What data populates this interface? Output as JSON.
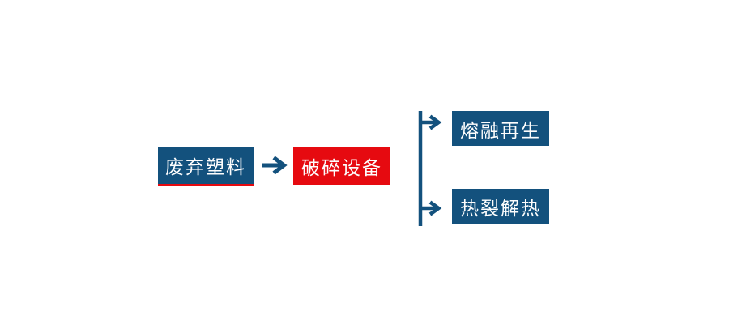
{
  "diagram": {
    "title": "waste-plastic-recycling-flow",
    "palette": {
      "node_blue": "#13517d",
      "node_red": "#e60a10",
      "accent_red": "#e60a10",
      "connector_blue": "#13517d",
      "label_text": "#fdfdfd",
      "background": "#ffffff"
    },
    "flow": {
      "source_node": {
        "label": "废弃塑料"
      },
      "process_node": {
        "label": "破碎设备"
      },
      "branch_nodes": [
        {
          "label": "熔融再生"
        },
        {
          "label": "热裂解热"
        }
      ]
    }
  }
}
